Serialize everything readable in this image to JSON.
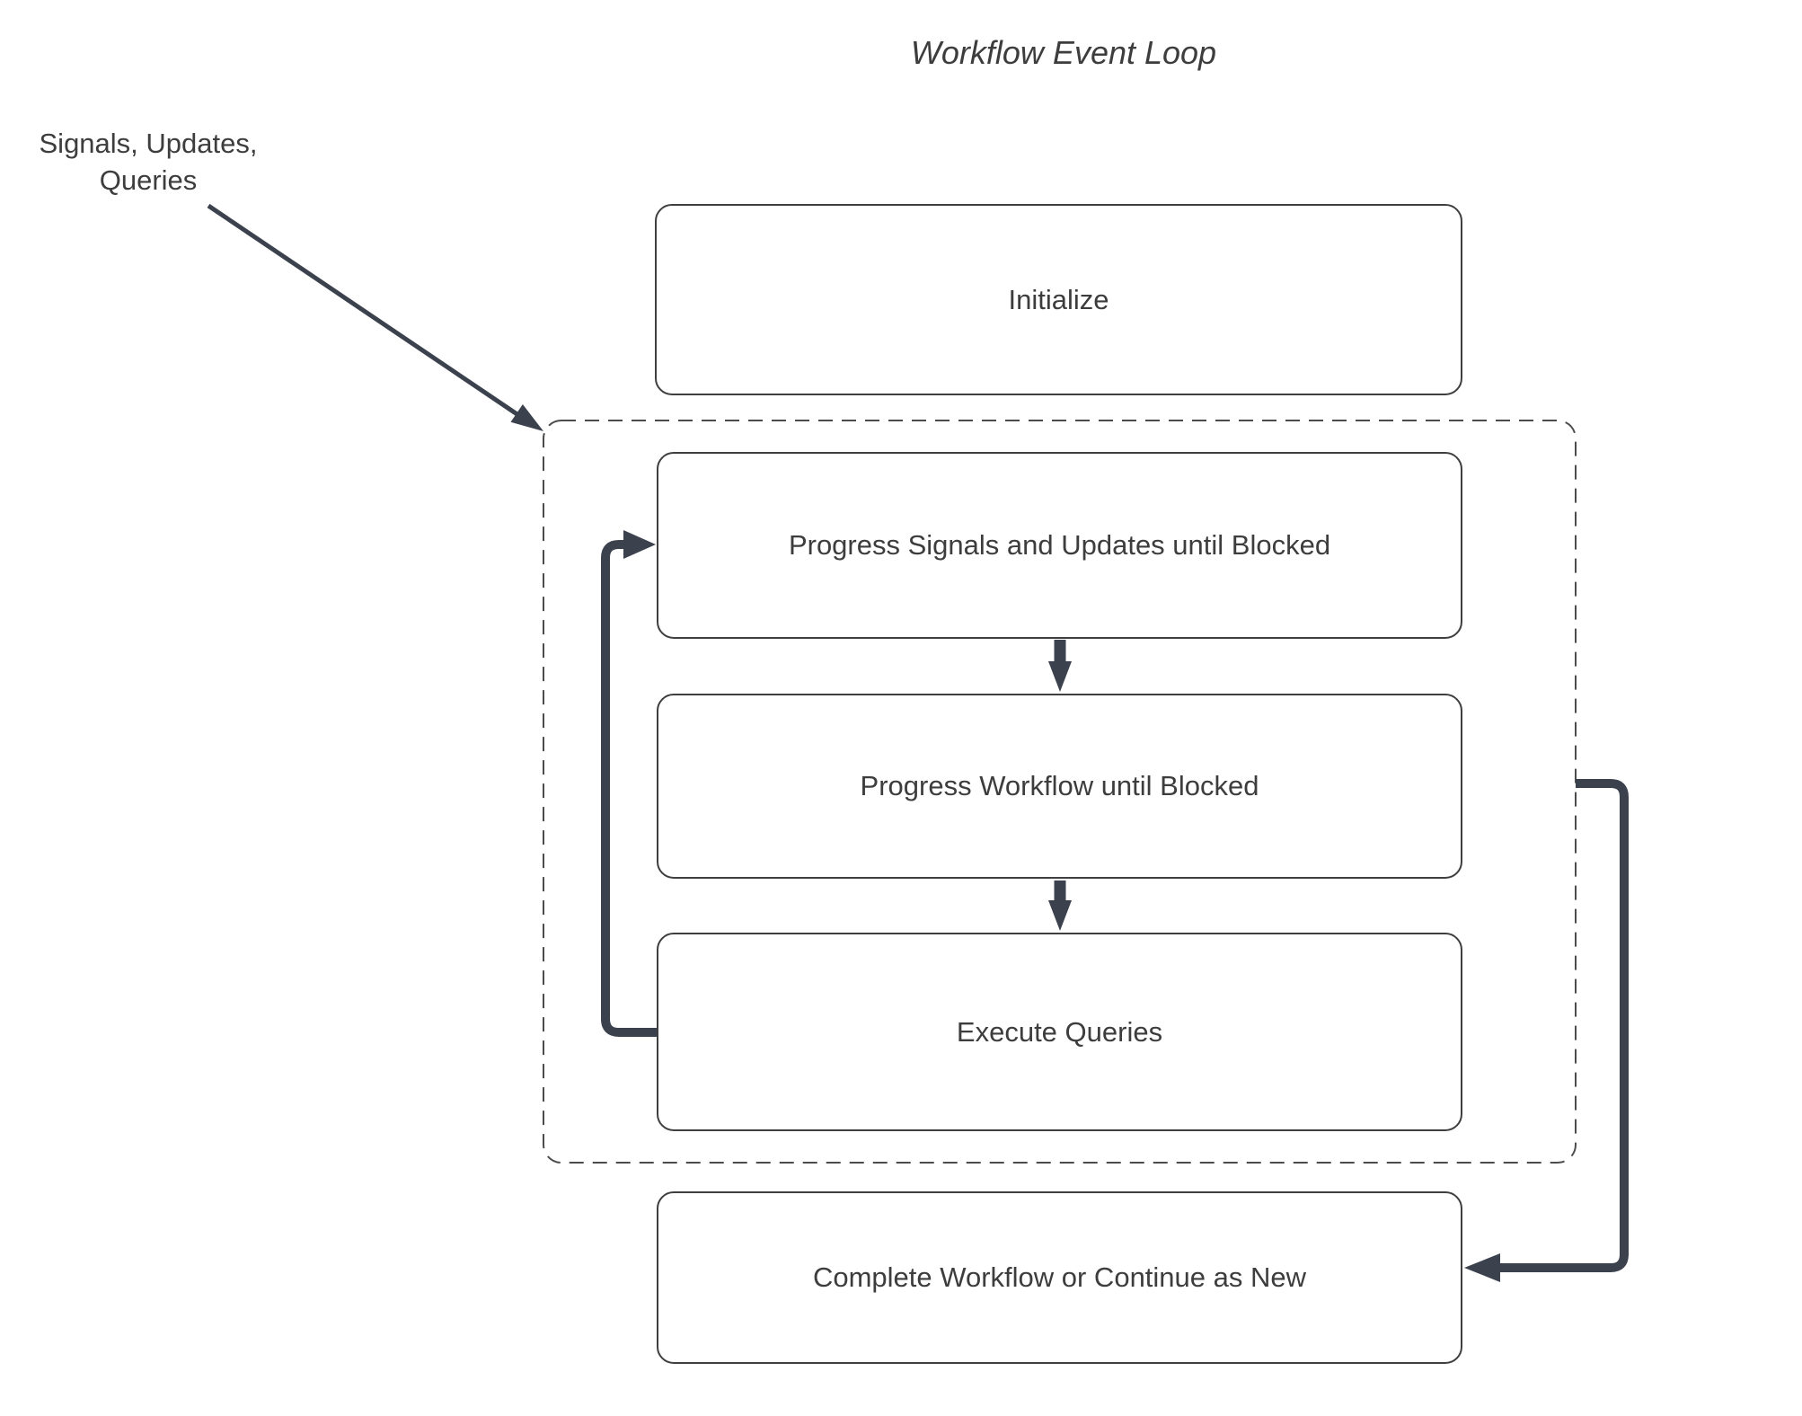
{
  "title": "Workflow Event Loop",
  "side_label": {
    "line1": "Signals, Updates,",
    "line2": "Queries"
  },
  "nodes": {
    "initialize": "Initialize",
    "progress_signals": "Progress Signals and Updates until Blocked",
    "progress_workflow": "Progress Workflow until Blocked",
    "execute_queries": "Execute Queries",
    "complete": "Complete Workflow or Continue as New"
  },
  "colors": {
    "background": "#ffffff",
    "box_fill": "#ffffff",
    "box_border": "#3f3f3f",
    "dashed_border": "#4c4c4c",
    "arrow": "#3b414d",
    "text": "#3d3d3d"
  }
}
